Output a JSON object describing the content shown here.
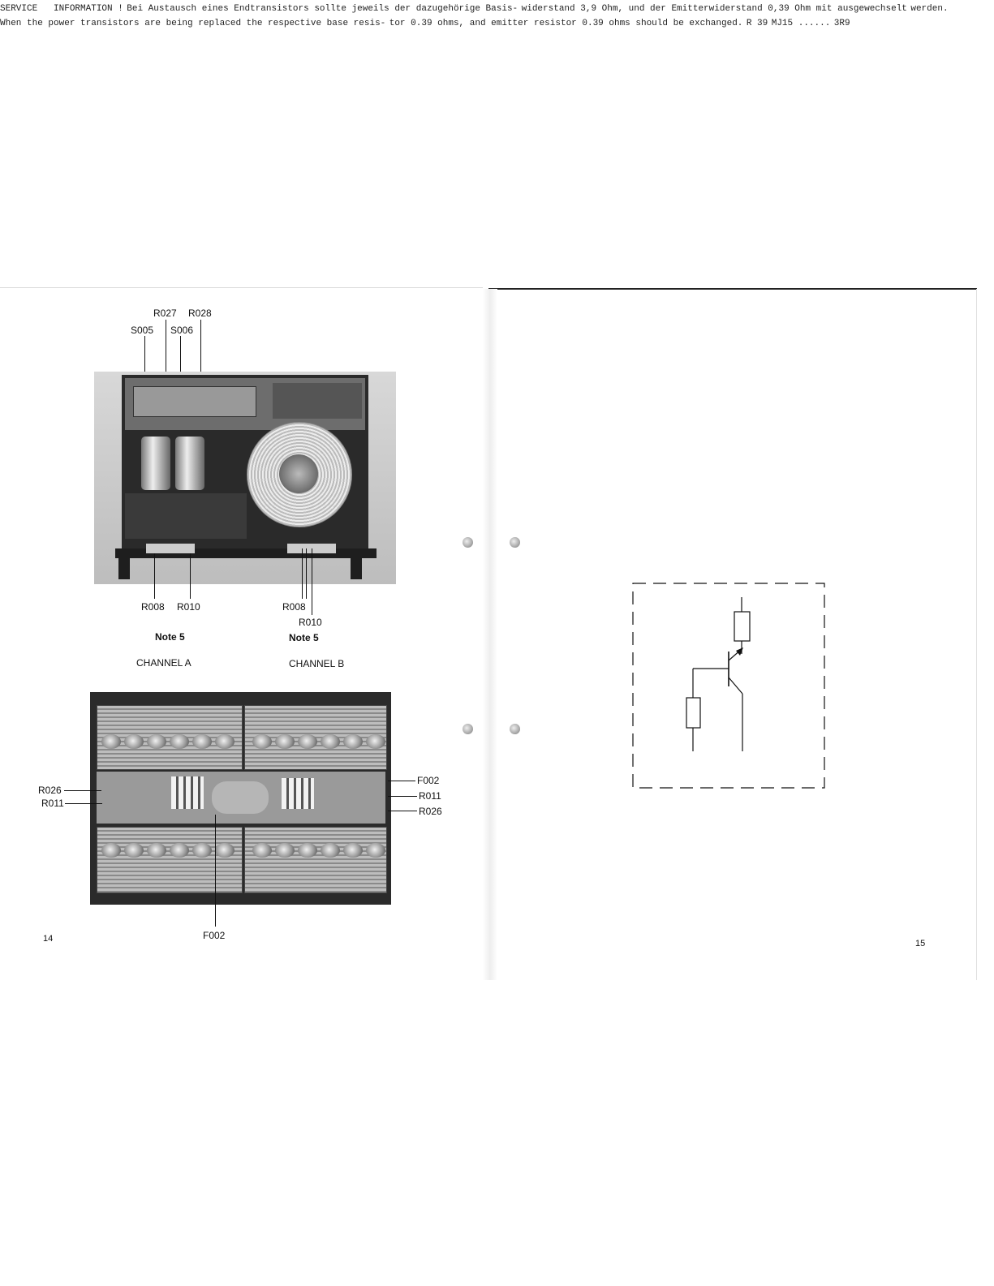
{
  "left_page": {
    "page_number": "14",
    "top_photo_labels": {
      "r027": "R027",
      "r028": "R028",
      "s005": "S005",
      "s006": "S006",
      "r008_a": "R008",
      "r010_a": "R010",
      "r008_b": "R008",
      "r010_b": "R010",
      "note_a": "Note 5",
      "note_b": "Note 5",
      "channel_a": "CHANNEL A",
      "channel_b": "CHANNEL B"
    },
    "bottom_photo_labels": {
      "r026_left": "R026",
      "r011_left": "R011",
      "f002_right": "F002",
      "r011_right": "R011",
      "r026_right": "R026",
      "f002_bottom": "F002"
    }
  },
  "right_page": {
    "page_number": "15",
    "heading": "SERVICE   INFORMATION !",
    "german_lines": [
      "Bei Austausch eines Endtransistors sollte jeweils der dazugehörige Basis-",
      "widerstand 3,9 Ohm, und der Emitterwiderstand 0,39 Ohm mit ausgewechselt",
      "werden."
    ],
    "english_lines": [
      "When the power transistors are being replaced the respective base resis-",
      "tor 0.39 ohms, and emitter resistor 0.39 ohms should be exchanged."
    ],
    "schematic": {
      "r39": "R 39",
      "mj15": "MJ15 ......",
      "r3r9": "3R9"
    }
  }
}
